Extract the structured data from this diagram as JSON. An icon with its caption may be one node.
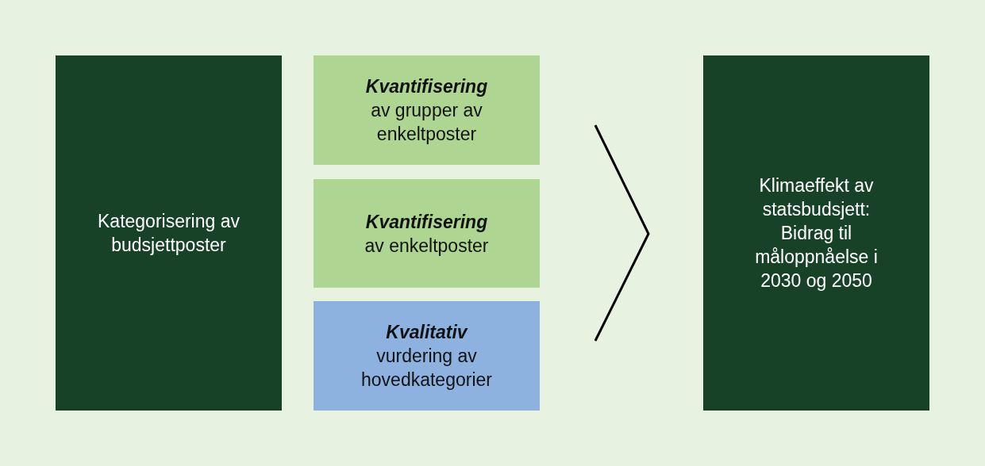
{
  "diagram": {
    "nodes": [
      {
        "text": [
          "Kategorisering av budsjettposter"
        ]
      },
      {
        "text": [
          "Kvantifisering",
          "av grupper av enkeltposter"
        ]
      },
      {
        "text": [
          "Kvantifisering",
          "av enkeltposter"
        ]
      },
      {
        "text": [
          "Kvalitativ",
          "vurdering av hovedkategorier"
        ]
      },
      {
        "text": [
          "Klimaeffekt av statsbudsjett: Bidrag til måloppnåelse i 2030 og 2050"
        ]
      }
    ]
  }
}
